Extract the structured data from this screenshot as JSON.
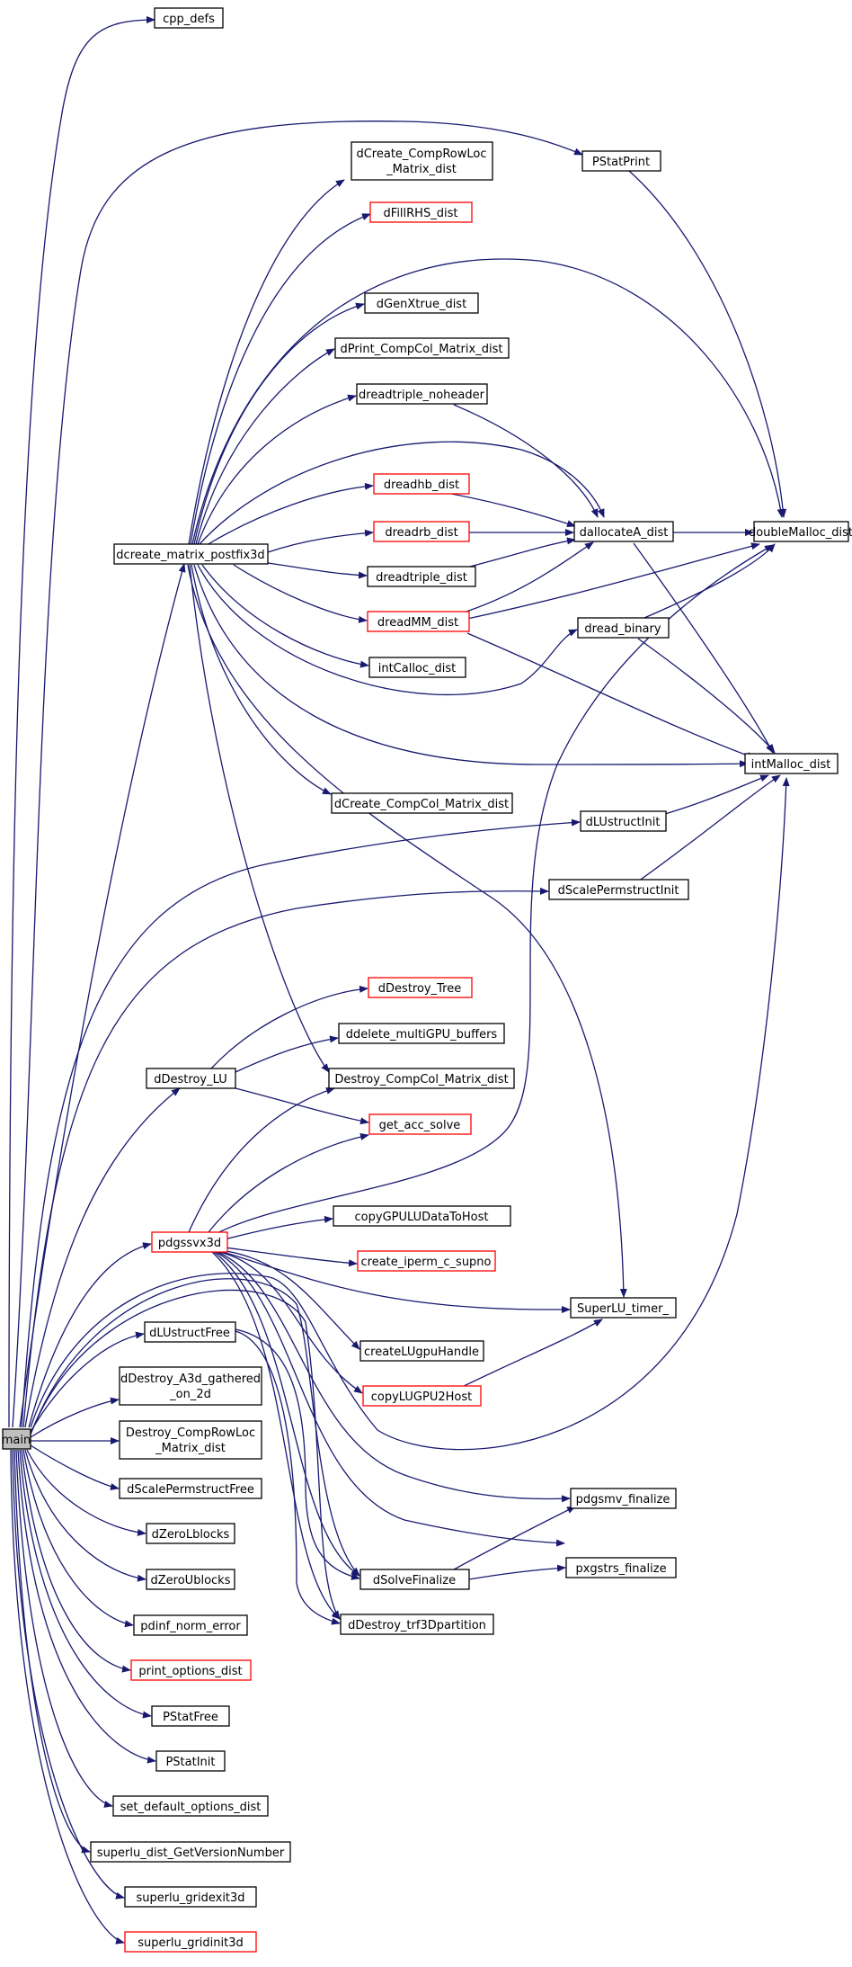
{
  "colors": {
    "edge": "#191970",
    "red_border": "#ff0000",
    "root_fill": "#bfbfbf",
    "border": "#000000"
  },
  "nodes": {
    "main": {
      "label": "main"
    },
    "cpp_defs": {
      "label": "cpp_defs"
    },
    "pstatprint": {
      "label": "PStatPrint"
    },
    "dcreate_comprowloc": {
      "label1": "dCreate_CompRowLoc",
      "label2": "_Matrix_dist"
    },
    "dfillrhs": {
      "label": "dFillRHS_dist"
    },
    "dgenxtrue": {
      "label": "dGenXtrue_dist"
    },
    "dprint_compcol": {
      "label": "dPrint_CompCol_Matrix_dist"
    },
    "dreadtriple_noheader": {
      "label": "dreadtriple_noheader"
    },
    "dreadhb": {
      "label": "dreadhb_dist"
    },
    "dreadrb": {
      "label": "dreadrb_dist"
    },
    "dallocatea": {
      "label": "dallocateA_dist"
    },
    "doublemalloc": {
      "label": "doubleMalloc_dist"
    },
    "dcreate_matrix_postfix3d": {
      "label": "dcreate_matrix_postfix3d"
    },
    "dreadtriple": {
      "label": "dreadtriple_dist"
    },
    "dreadmm": {
      "label": "dreadMM_dist"
    },
    "dread_binary": {
      "label": "dread_binary"
    },
    "intcalloc": {
      "label": "intCalloc_dist"
    },
    "intmalloc": {
      "label": "intMalloc_dist"
    },
    "dcreate_compcol": {
      "label": "dCreate_CompCol_Matrix_dist"
    },
    "dlustructinit": {
      "label": "dLUstructInit"
    },
    "dscalepermstructinit": {
      "label": "dScalePermstructInit"
    },
    "ddestroy_tree": {
      "label": "dDestroy_Tree"
    },
    "ddelete_multigpu": {
      "label": "ddelete_multiGPU_buffers"
    },
    "ddestroy_lu": {
      "label": "dDestroy_LU"
    },
    "destroy_compcol": {
      "label": "Destroy_CompCol_Matrix_dist"
    },
    "get_acc_solve": {
      "label": "get_acc_solve"
    },
    "copygpuludatatohost": {
      "label": "copyGPULUDataToHost"
    },
    "pdgssvx3d": {
      "label": "pdgssvx3d"
    },
    "create_iperm": {
      "label": "create_iperm_c_supno"
    },
    "superlu_timer": {
      "label": "SuperLU_timer_"
    },
    "dlustructfree": {
      "label": "dLUstructFree"
    },
    "createlugpuhandle": {
      "label": "createLUgpuHandle"
    },
    "copylugpu2host": {
      "label": "copyLUGPU2Host"
    },
    "ddestroy_a3d": {
      "label1": "dDestroy_A3d_gathered",
      "label2": "_on_2d"
    },
    "destroy_comprowloc": {
      "label1": "Destroy_CompRowLoc",
      "label2": "_Matrix_dist"
    },
    "dscalepermstructfree": {
      "label": "dScalePermstructFree"
    },
    "pdgsmv_finalize": {
      "label": "pdgsmv_finalize"
    },
    "dzerolblocks": {
      "label": "dZeroLblocks"
    },
    "pxgstrs_finalize": {
      "label": "pxgstrs_finalize"
    },
    "dsolvefinalize": {
      "label": "dSolveFinalize"
    },
    "dzeroublocks": {
      "label": "dZeroUblocks"
    },
    "ddestroy_trf3d": {
      "label": "dDestroy_trf3Dpartition"
    },
    "pdinf_norm_error": {
      "label": "pdinf_norm_error"
    },
    "print_options": {
      "label": "print_options_dist"
    },
    "pstatfree": {
      "label": "PStatFree"
    },
    "pstatinit": {
      "label": "PStatInit"
    },
    "set_default_options": {
      "label": "set_default_options_dist"
    },
    "superlu_getversion": {
      "label": "superlu_dist_GetVersionNumber"
    },
    "superlu_gridexit3d": {
      "label": "superlu_gridexit3d"
    },
    "superlu_gridinit3d": {
      "label": "superlu_gridinit3d"
    }
  }
}
